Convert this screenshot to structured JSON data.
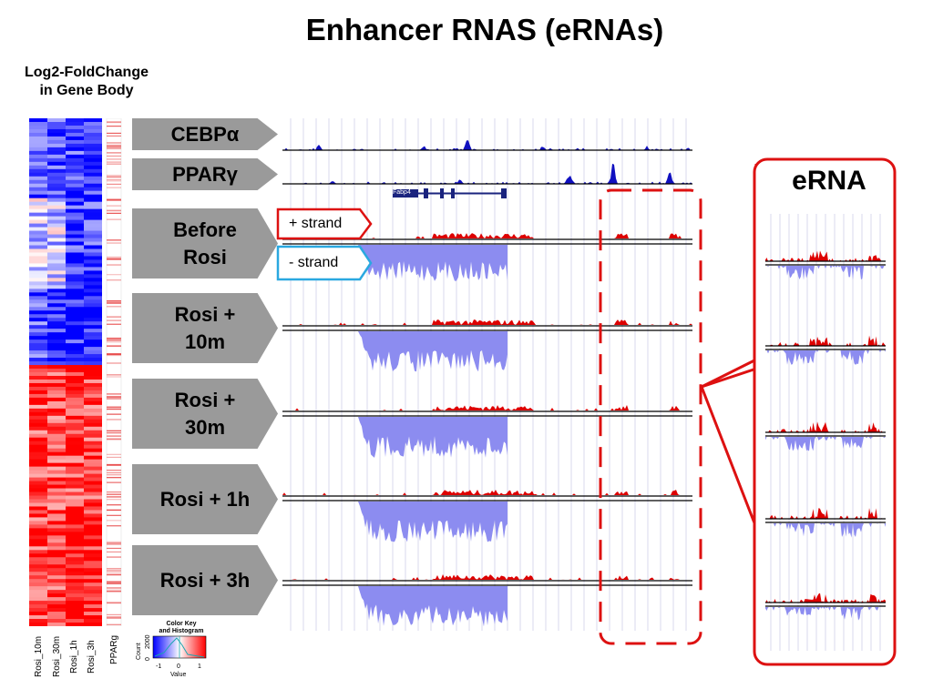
{
  "title": "Enhancer RNAS (eRNAs)",
  "heatmap": {
    "title_line1": "Log2-FoldChange",
    "title_line2": "in Gene Body",
    "columns": [
      "Rosi_10m",
      "Rosi_30m",
      "Rosi_1h",
      "Rosi_3h"
    ],
    "side_column": "PPARg",
    "colors": {
      "low": "#0000ff",
      "mid": "#ffffff",
      "high": "#ff0000"
    }
  },
  "color_key": {
    "title_line1": "Color Key",
    "title_line2": "and Histogram",
    "y_label": "Count",
    "y_ticks": [
      "0",
      "2000"
    ],
    "x_label": "Value",
    "x_ticks": [
      "-1",
      "0",
      "1"
    ]
  },
  "browser": {
    "gene_label": "Fabp4",
    "tracks": [
      {
        "label": "CEBPα",
        "color": "#1010c0"
      },
      {
        "label": "PPARγ",
        "color": "#1010c0"
      }
    ],
    "conditions": [
      {
        "label_line1": "Before",
        "label_line2": "Rosi"
      },
      {
        "label_line1": "Rosi +",
        "label_line2": "10m"
      },
      {
        "label_line1": "Rosi +",
        "label_line2": "30m"
      },
      {
        "label_line1": "Rosi + 1h",
        "label_line2": ""
      },
      {
        "label_line1": "Rosi + 3h",
        "label_line2": ""
      }
    ],
    "plus_strand_label": "+ strand",
    "minus_strand_label": "- strand",
    "plus_color": "#dd0000",
    "minus_color": "#8c8cf0",
    "callout_color": "#dd1111",
    "minus_callout_color": "#2aa8e0"
  },
  "erna_panel": {
    "title": "eRNA"
  }
}
